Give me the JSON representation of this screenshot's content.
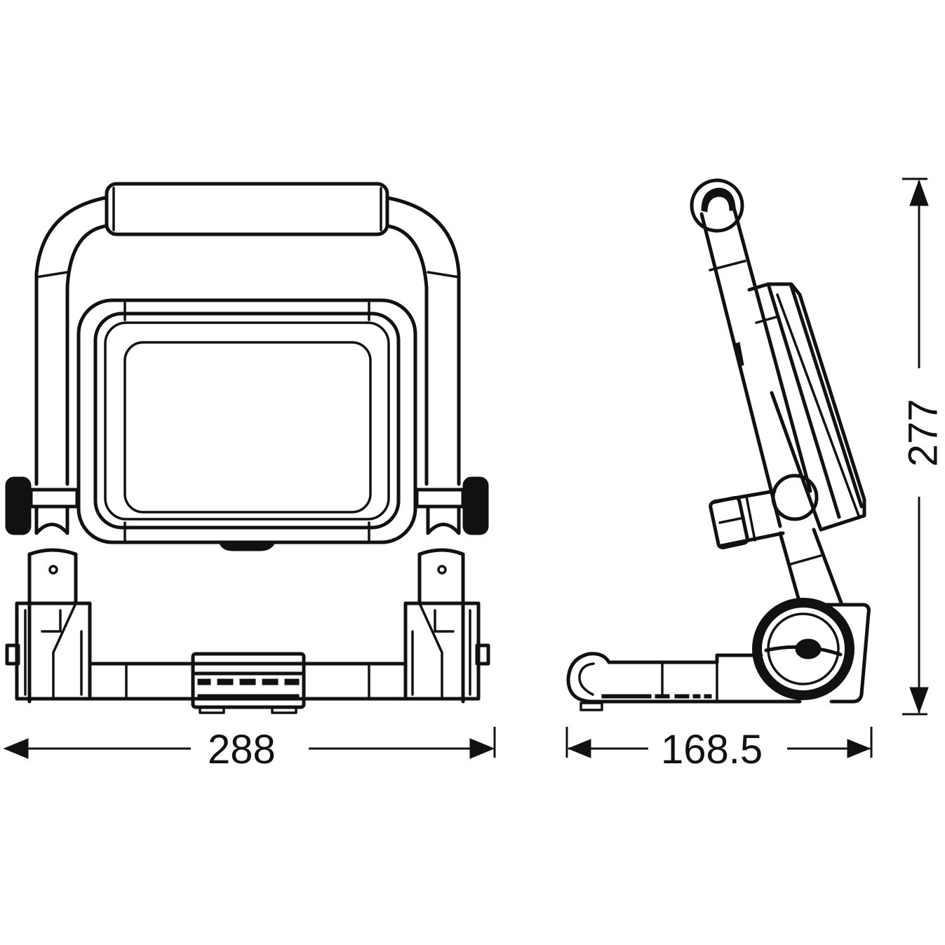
{
  "diagram": {
    "title": "Work light dimension drawing",
    "views": [
      {
        "name": "front-view",
        "description": "Front view of LED work light with U-shaped handle frame and folding stand"
      },
      {
        "name": "side-view",
        "description": "Side view of LED work light tilted on folding stand"
      }
    ],
    "dimensions": {
      "width": {
        "value": "288",
        "axis": "horizontal",
        "view": "front-view"
      },
      "depth": {
        "value": "168.5",
        "axis": "horizontal",
        "view": "side-view"
      },
      "height": {
        "value": "277",
        "axis": "vertical",
        "view": "side-view"
      }
    },
    "colors": {
      "line": "#111111",
      "background": "#ffffff"
    }
  }
}
